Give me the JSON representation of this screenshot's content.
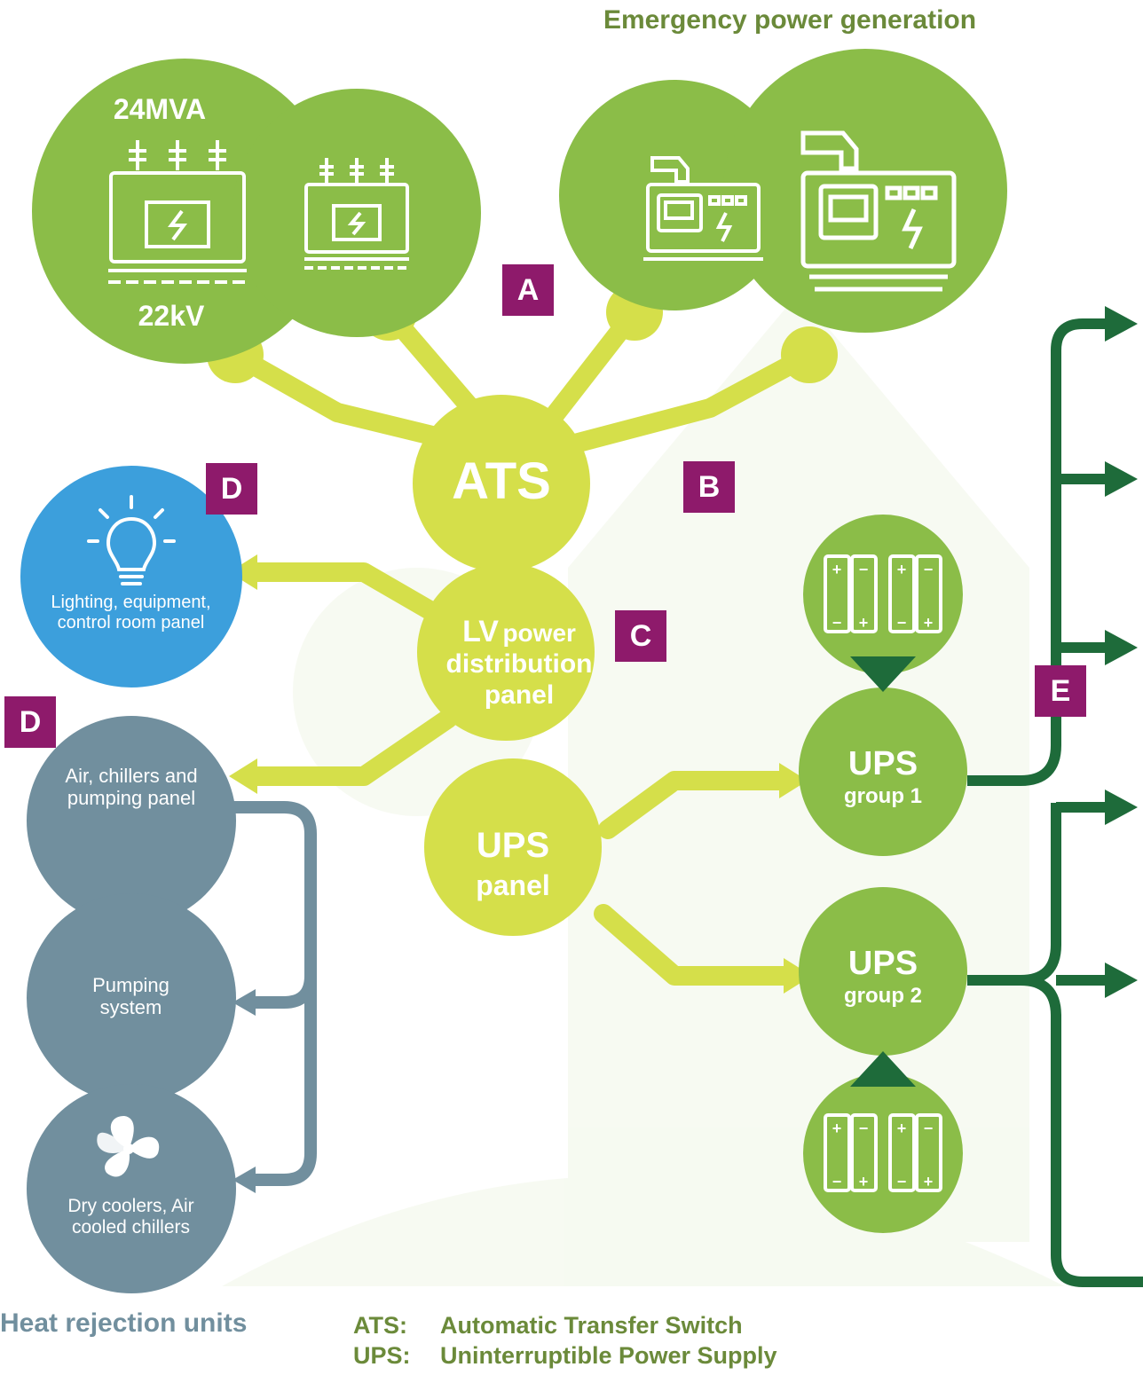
{
  "header": {
    "emergency_title": "Emergency power generation"
  },
  "transformer": {
    "rating_top": "24MVA",
    "rating_bottom": "22kV"
  },
  "nodes": {
    "ats": "ATS",
    "lv_line1a": "LV",
    "lv_line1b": "power",
    "lv_line2": "distribution",
    "lv_line3": "panel",
    "ups_panel_line1": "UPS",
    "ups_panel_line2": "panel",
    "ups1_line1": "UPS",
    "ups1_line2": "group 1",
    "ups2_line1": "UPS",
    "ups2_line2": "group 2"
  },
  "loads": {
    "lighting": "Lighting, equipment, control room panel",
    "air_chillers": "Air, chillers and pumping panel",
    "pumping": "Pumping system",
    "dry_coolers": "Dry coolers, Air cooled chillers",
    "heat_rejection": "Heat rejection units"
  },
  "badges": {
    "a": "A",
    "b": "B",
    "c": "C",
    "d1": "D",
    "d2": "D",
    "e": "E"
  },
  "legend": {
    "ats_abbr": "ATS:",
    "ats_full": "Automatic Transfer Switch",
    "ups_abbr": "UPS:",
    "ups_full": "Uninterruptible Power Supply"
  },
  "colors": {
    "green": "#8bbd48",
    "lime": "#d5df4a",
    "dark_green": "#1e6b3a",
    "blue": "#3c9fdc",
    "slate": "#718f9e",
    "badge": "#8e1a6b",
    "text_green": "#6b8a3a"
  },
  "icons": [
    "transformer-icon",
    "generator-icon",
    "battery-icon",
    "lightbulb-icon",
    "fan-icon",
    "arrow-icon"
  ]
}
